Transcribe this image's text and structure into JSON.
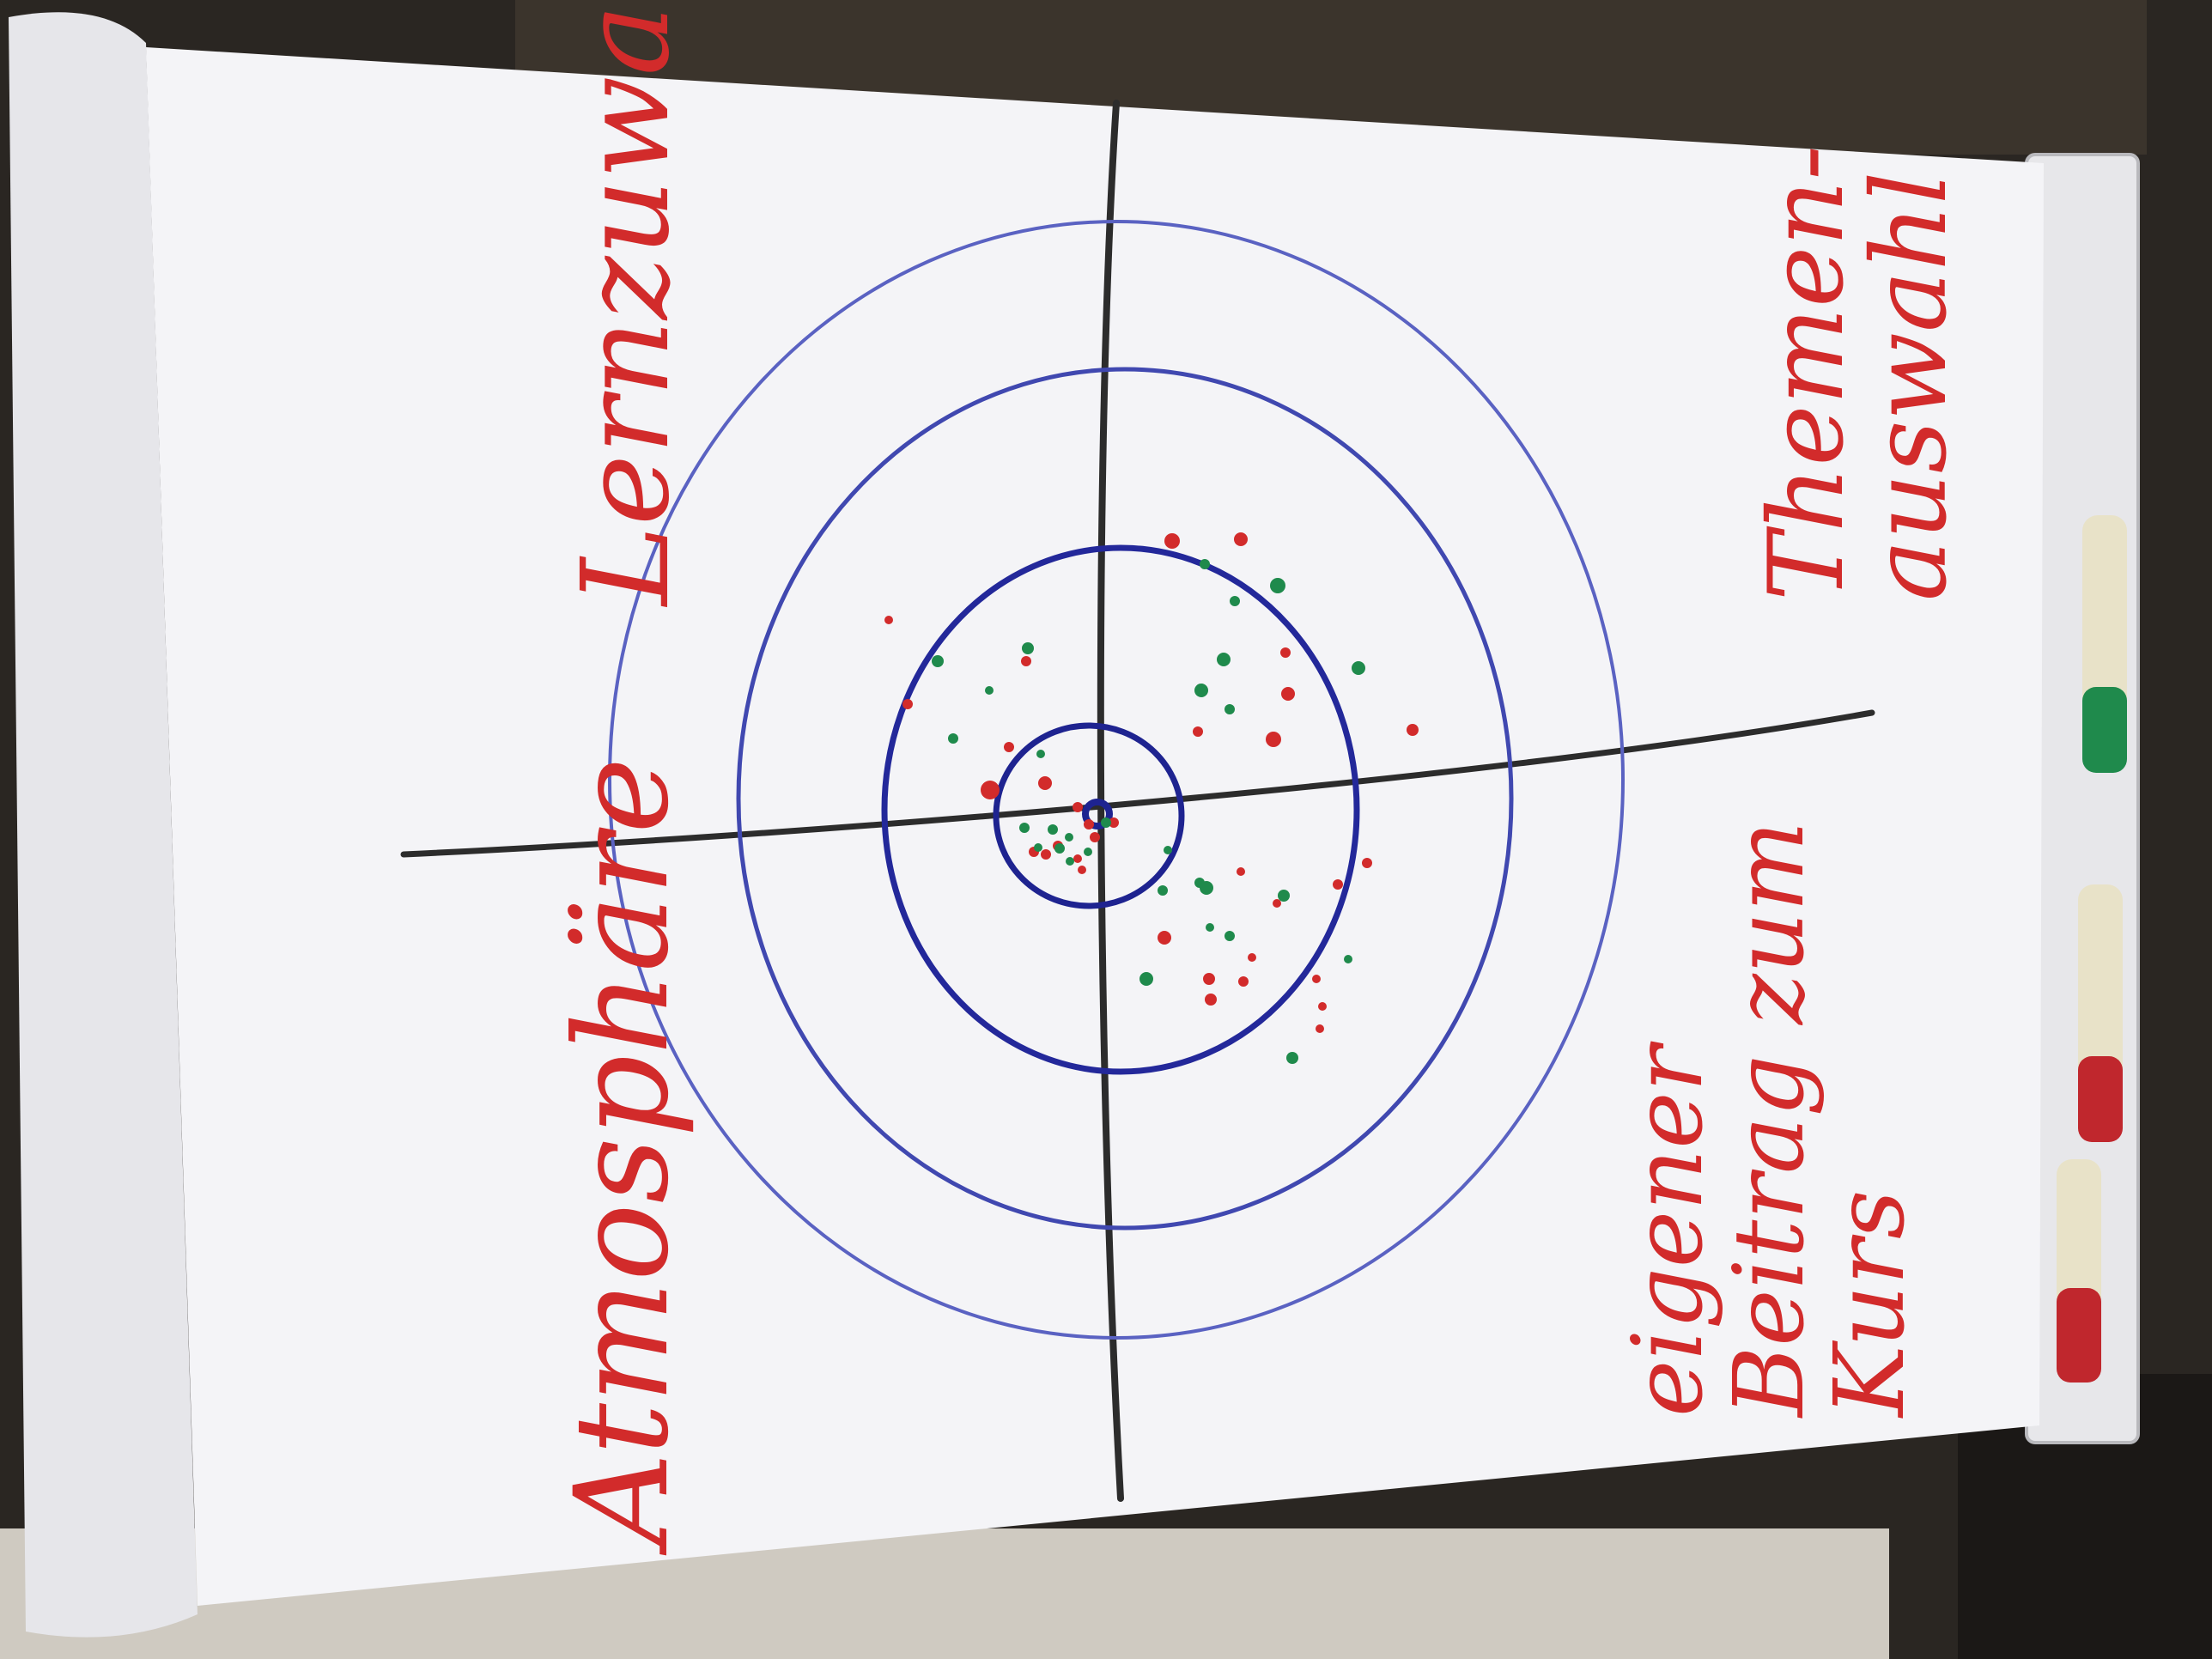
{
  "labels": {
    "top_left": "Atmosphäre",
    "top_right": "Lernzuwachs",
    "bottom_right_line1": "Themen-",
    "bottom_right_line2": "auswahl",
    "bottom_left_line1": "eigener",
    "bottom_left_line2": "Beitrag zum",
    "bottom_left_line3": "Kurs"
  },
  "colors": {
    "background_dark": "#2a2622",
    "paper": "#f4f4f7",
    "red_marker": "#d22b2b",
    "green_marker": "#1f8a4c",
    "blue_marker": "#2b2f9a",
    "black_marker": "#2c2c2c"
  },
  "dot_counts": {
    "red": 34,
    "green": 30
  }
}
